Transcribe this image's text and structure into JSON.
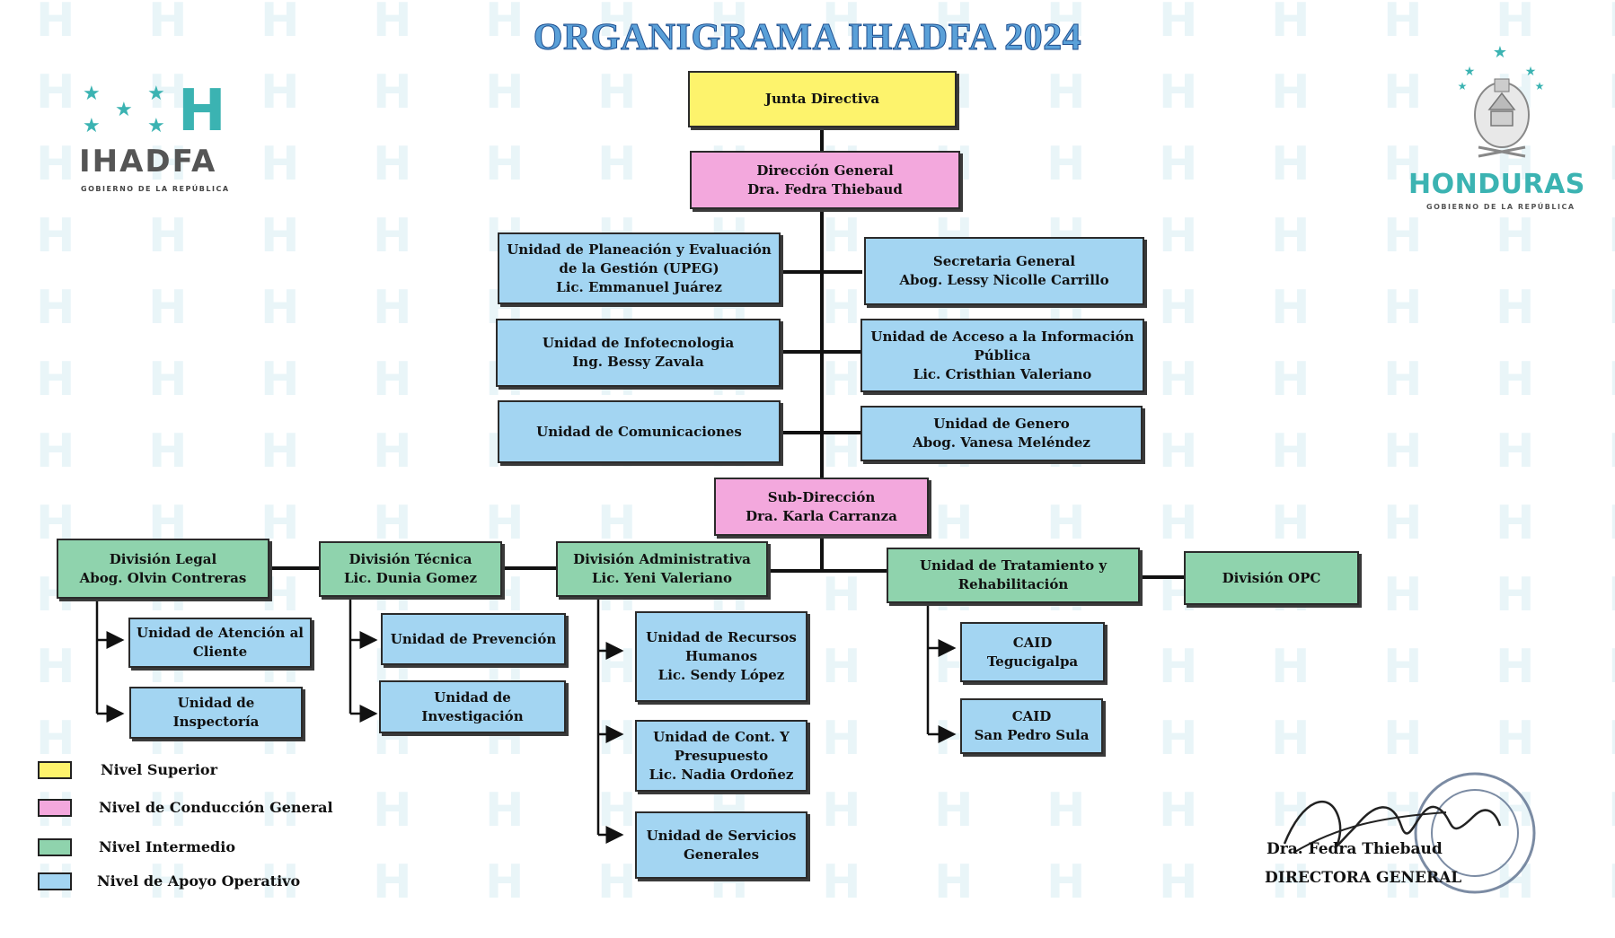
{
  "title": "ORGANIGRAMA IHADFA 2024",
  "logo_left": {
    "name": "IHADFA",
    "subtitle": "GOBIERNO DE LA REPÚBLICA"
  },
  "logo_right": {
    "name": "HONDURAS",
    "subtitle": "GOBIERNO DE LA REPÚBLICA"
  },
  "nodes": {
    "junta": {
      "lines": [
        "Junta Directiva"
      ],
      "level": "superior"
    },
    "direccion": {
      "lines": [
        "Dirección General",
        "Dra. Fedra Thiebaud"
      ],
      "level": "conduccion"
    },
    "upeg": {
      "lines": [
        "Unidad de Planeación y Evaluación",
        "de la Gestión (UPEG)",
        "Lic. Emmanuel Juárez"
      ],
      "level": "apoyo"
    },
    "secretaria": {
      "lines": [
        "Secretaria General",
        "Abog. Lessy Nicolle Carrillo"
      ],
      "level": "apoyo"
    },
    "infotec": {
      "lines": [
        "Unidad de Infotecnologia",
        "Ing. Bessy Zavala"
      ],
      "level": "apoyo"
    },
    "acceso": {
      "lines": [
        "Unidad de Acceso a la Información",
        "Pública",
        "Lic. Cristhian Valeriano"
      ],
      "level": "apoyo"
    },
    "comunic": {
      "lines": [
        "Unidad de Comunicaciones"
      ],
      "level": "apoyo"
    },
    "genero": {
      "lines": [
        "Unidad de Genero",
        "Abog. Vanesa Meléndez"
      ],
      "level": "apoyo"
    },
    "subdir": {
      "lines": [
        "Sub-Dirección",
        "Dra. Karla Carranza"
      ],
      "level": "conduccion"
    },
    "legal": {
      "lines": [
        "División Legal",
        "Abog. Olvin Contreras"
      ],
      "level": "intermedio"
    },
    "tecnica": {
      "lines": [
        "División Técnica",
        "Lic.  Dunia Gomez"
      ],
      "level": "intermedio"
    },
    "admin": {
      "lines": [
        "División Administrativa",
        "Lic. Yeni Valeriano"
      ],
      "level": "intermedio"
    },
    "tratamiento": {
      "lines": [
        "Unidad de Tratamiento y",
        "Rehabilitación"
      ],
      "level": "intermedio"
    },
    "opc": {
      "lines": [
        "División OPC"
      ],
      "level": "intermedio"
    },
    "atencion": {
      "lines": [
        "Unidad de Atención al",
        "Cliente"
      ],
      "level": "apoyo"
    },
    "inspect": {
      "lines": [
        "Unidad de",
        "Inspectoría"
      ],
      "level": "apoyo"
    },
    "prevencion": {
      "lines": [
        "Unidad de Prevención"
      ],
      "level": "apoyo"
    },
    "investig": {
      "lines": [
        "Unidad de",
        "Investigación"
      ],
      "level": "apoyo"
    },
    "rrhh": {
      "lines": [
        "Unidad de Recursos",
        "Humanos",
        "Lic. Sendy López"
      ],
      "level": "apoyo"
    },
    "contab": {
      "lines": [
        "Unidad de Cont. Y",
        "Presupuesto",
        "Lic. Nadia Ordoñez"
      ],
      "level": "apoyo"
    },
    "servicios": {
      "lines": [
        "Unidad de Servicios",
        "Generales"
      ],
      "level": "apoyo"
    },
    "caid_teg": {
      "lines": [
        "CAID",
        "Tegucigalpa"
      ],
      "level": "apoyo"
    },
    "caid_sps": {
      "lines": [
        "CAID",
        "San Pedro Sula"
      ],
      "level": "apoyo"
    }
  },
  "legend": [
    {
      "label": "Nivel Superior",
      "color": "#fdf36c"
    },
    {
      "label": "Nivel de Conducción General",
      "color": "#f3a8dd"
    },
    {
      "label": "Nivel Intermedio",
      "color": "#8fd3ad"
    },
    {
      "label": "Nivel de Apoyo Operativo",
      "color": "#a3d5f2"
    }
  ],
  "signature": {
    "name": "Dra. Fedra Thiebaud",
    "title": "DIRECTORA GENERAL"
  },
  "colors": {
    "superior": "#fdf36c",
    "conduccion": "#f3a8dd",
    "intermedio": "#8fd3ad",
    "apoyo": "#a3d5f2",
    "brand_teal": "#3bb3b2",
    "title_blue": "#5aa0d8"
  }
}
